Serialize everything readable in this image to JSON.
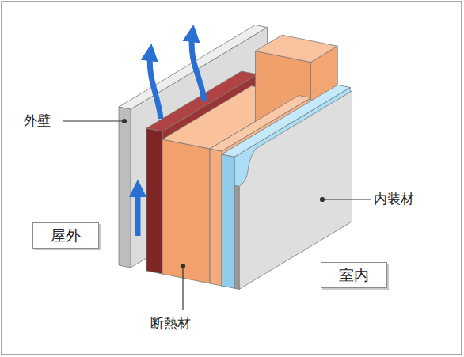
{
  "diagram": {
    "nodes": [
      {
        "text": [
          "屋外"
        ]
      },
      {
        "text": [
          "室内"
        ]
      }
    ],
    "labels": [
      "外壁",
      "内装材",
      "断熱材"
    ]
  }
}
